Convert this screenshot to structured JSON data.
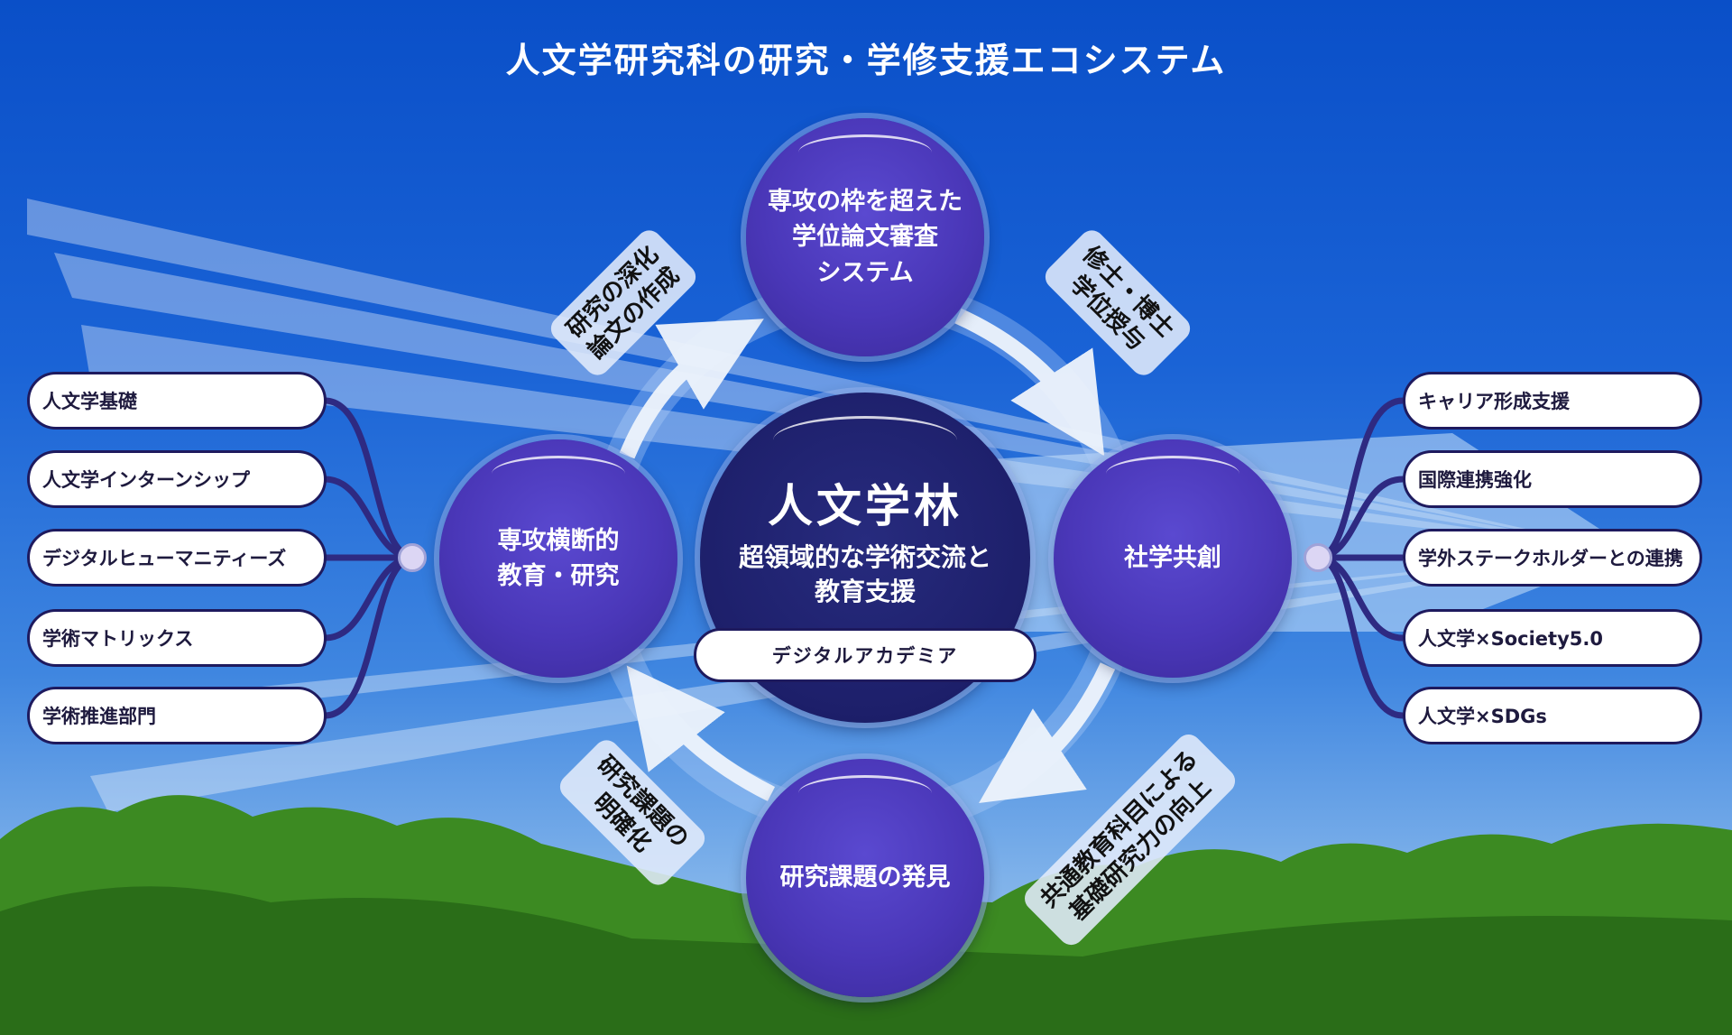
{
  "title": "人文学研究科の研究・学修支援エコシステム",
  "center": {
    "heading": "人文学林",
    "subtitle_1": "超領域的な学術交流と",
    "subtitle_2": "教育支援",
    "badge": "デジタルアカデミア"
  },
  "nodes": {
    "top": [
      "専攻の枠を超えた",
      "学位論文審査",
      "システム"
    ],
    "left": [
      "専攻横断的",
      "教育・研究"
    ],
    "right": "社学共創",
    "bottom": "研究課題の発見"
  },
  "arrow_labels": {
    "left_top": [
      "研究の深化",
      "論文の作成"
    ],
    "top_right": [
      "修士・博士",
      "学位授与"
    ],
    "right_bottom": [
      "共通教育科目による",
      "基礎研究力の向上"
    ],
    "bottom_left": [
      "研究課題の",
      "明確化"
    ]
  },
  "left_items": [
    "人文学基礎",
    "人文学インターンシップ",
    "デジタルヒューマニティーズ",
    "学術マトリックス",
    "学術推進部門"
  ],
  "right_items": [
    "キャリア形成支援",
    "国際連携強化",
    "学外ステークホルダーとの連携",
    "人文学×Society5.0",
    "人文学×SDGs"
  ]
}
